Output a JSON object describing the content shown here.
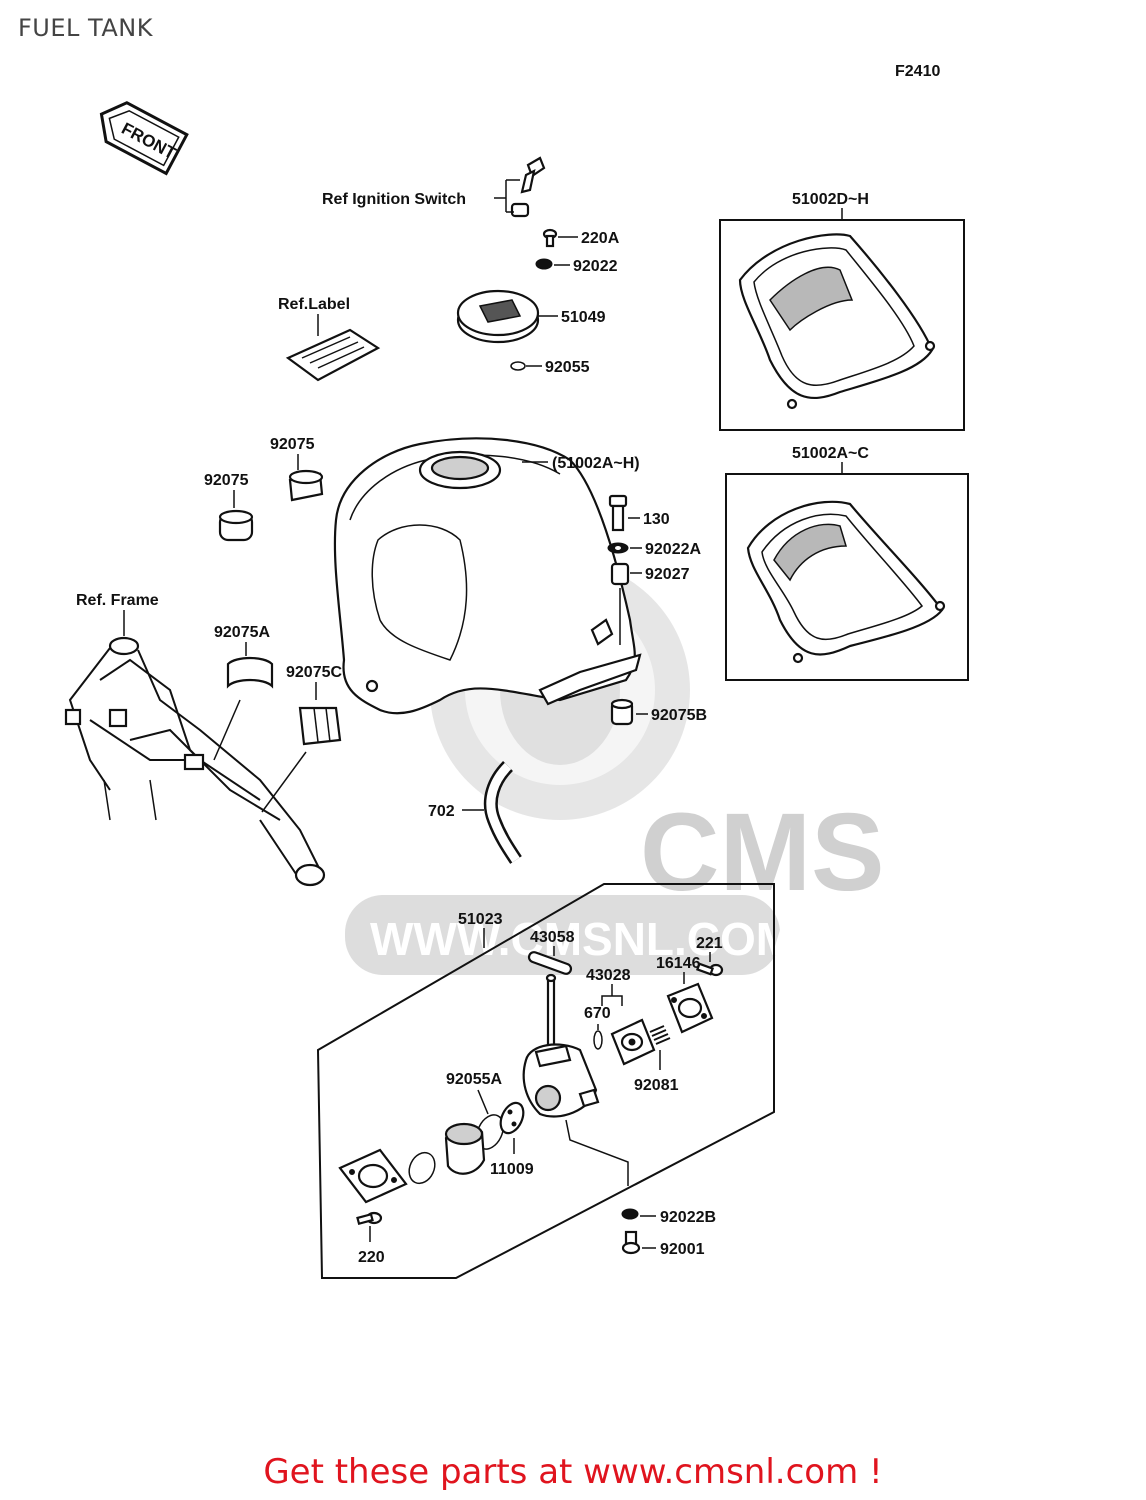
{
  "title": "FUEL TANK",
  "diagram_code": "F2410",
  "front_arrow": "FRONT",
  "watermark": {
    "brand": "CMS",
    "url": "WWW.CMSNL.COM"
  },
  "labels": {
    "ref_ignition_switch": "Ref Ignition Switch",
    "p_220a": "220A",
    "p_92022": "92022",
    "p_51049": "51049",
    "p_92055": "92055",
    "ref_label": "Ref.Label",
    "p_92075_top": "92075",
    "p_92075_left": "92075",
    "p_51002a_h": "(51002A~H)",
    "p_130": "130",
    "p_92022a": "92022A",
    "p_92027": "92027",
    "ref_frame": "Ref. Frame",
    "p_92075a": "92075A",
    "p_92075c": "92075C",
    "p_92075b": "92075B",
    "p_702": "702",
    "box_51002d_h": "51002D~H",
    "box_51002a_c": "51002A~C",
    "p_51023": "51023",
    "p_43058": "43058",
    "p_43028": "43028",
    "p_221": "221",
    "p_16146": "16146",
    "p_670": "670",
    "p_92081": "92081",
    "p_92055a": "92055A",
    "p_11009": "11009",
    "p_92022b": "92022B",
    "p_92001": "92001",
    "p_220": "220"
  },
  "footer": "Get these parts at www.cmsnl.com !"
}
